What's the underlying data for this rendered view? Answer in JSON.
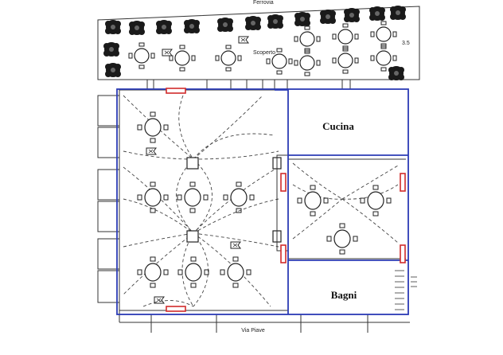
{
  "labels": {
    "top_street": "Ferrovia",
    "outdoor": "Scoperto",
    "kitchen": "Cucina",
    "bathrooms": "Bagni",
    "bottom_street": "Via Piave",
    "side_mark": "3.5"
  },
  "colors": {
    "perimeter": "#2b3bb5",
    "window_marker": "#d12b2b",
    "linework": "#222222",
    "foliage": "#1a1a1a"
  },
  "icons": {
    "table": "round-table-with-four-chairs",
    "tree": "shrub-tree",
    "sign": "emergency-exit-sign",
    "stairs": "stair-treads"
  }
}
